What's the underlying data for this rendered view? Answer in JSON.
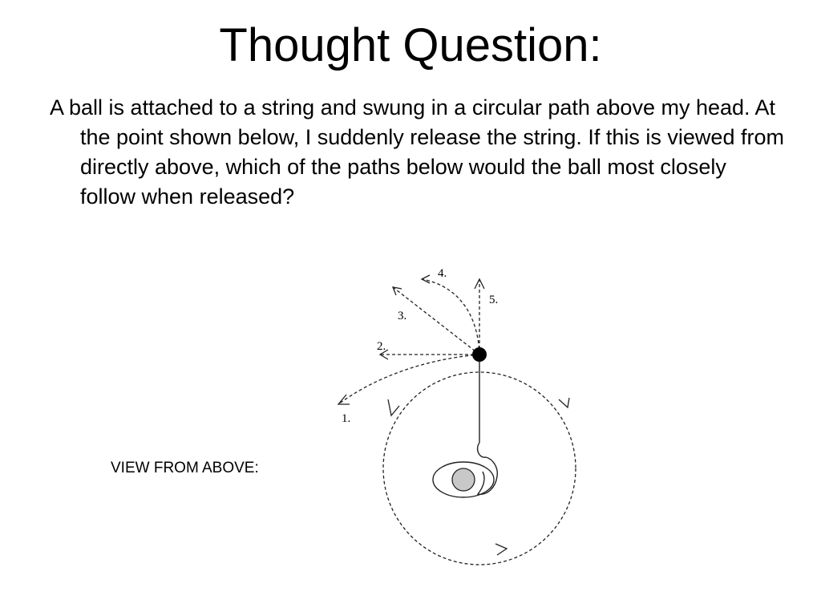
{
  "slide": {
    "title": "Thought Question:",
    "question": "A ball is attached to a string and swung in a circular path above my head. At the point shown below, I suddenly release the string. If this is viewed from directly above, which of the paths below would the ball most closely follow when released?",
    "view_label": "VIEW FROM ABOVE:"
  },
  "diagram": {
    "path_labels": [
      "1.",
      "2.",
      "3.",
      "4.",
      "5."
    ]
  },
  "colors": {
    "background": "#ffffff",
    "text": "#000000",
    "head_fill": "#c8c8c8"
  }
}
